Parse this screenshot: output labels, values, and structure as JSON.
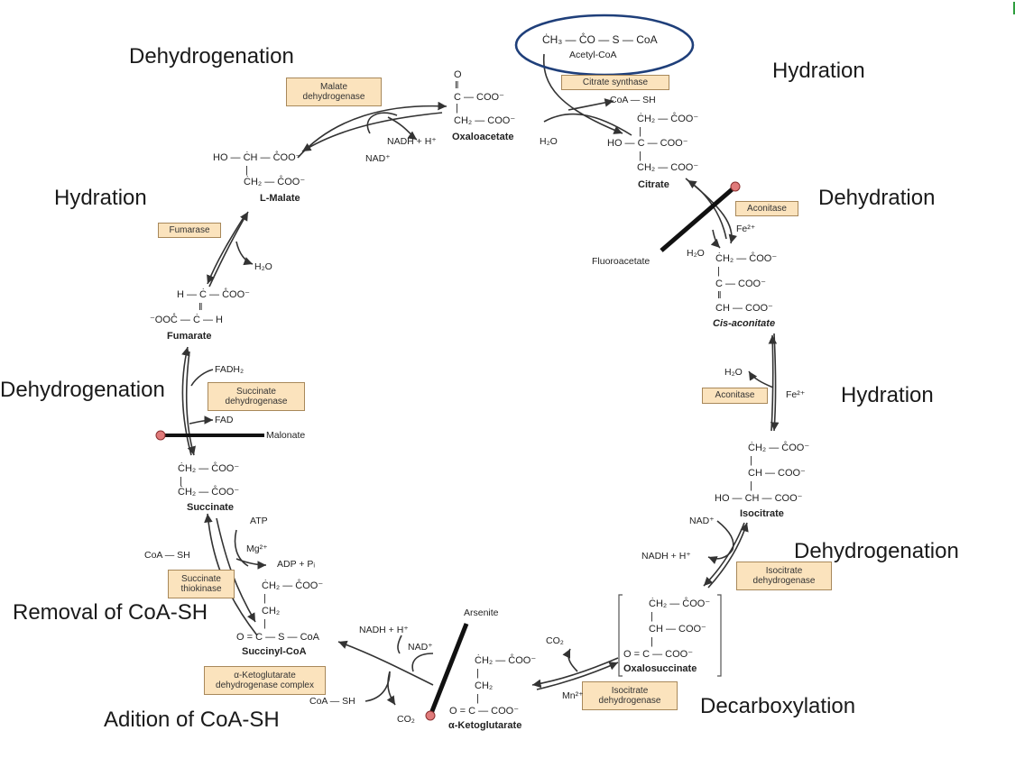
{
  "process_labels": {
    "top_left": "Dehydrogenation",
    "top_right": "Hydration",
    "left_upper": "Hydration",
    "right_upper": "Dehydration",
    "left_mid": "Dehydrogenation",
    "right_mid": "Hydration",
    "right_lower": "Dehydrogenation",
    "left_lower": "Removal of CoA-SH",
    "bottom_right": "Decarboxylation",
    "bottom_left": "Adition of CoA-SH"
  },
  "enzymes": {
    "malate_dh": "Malate dehydrogenase",
    "citrate_synthase": "Citrate synthase",
    "aconitase_1": "Aconitase",
    "aconitase_2": "Aconitase",
    "fumarase": "Fumarase",
    "succinate_dh": "Succinate dehydrogenase",
    "isocitrate_dh_1": "Isocitrate dehydrogenase",
    "isocitrate_dh_2": "Isocitrate dehydrogenase",
    "succinate_thiokinase": "Succinate thiokinase",
    "akg_dh_complex": "α-Ketoglutarate dehydrogenase complex"
  },
  "metabolites": {
    "acetyl_coa_formula": "ĊH₃ — C̊O — S — CoA",
    "acetyl_coa": "Acetyl-CoA",
    "oxaloacetate": "Oxaloacetate",
    "citrate": "Citrate",
    "cis_aconitate": "Cis-aconitate",
    "isocitrate": "Isocitrate",
    "oxalosuccinate": "Oxalosuccinate",
    "alpha_ketoglutarate": "α-Ketoglutarate",
    "succinyl_coa": "Succinyl-CoA",
    "succinate": "Succinate",
    "fumarate": "Fumarate",
    "l_malate": "L-Malate"
  },
  "cofactors": {
    "nadh_h_top": "NADH + H⁺",
    "nad_top": "NAD⁺",
    "h2o_citrate": "H₂O",
    "coa_sh_top": "CoA — SH",
    "h2o_fumarase": "H₂O",
    "fe2_top": "Fe²⁺",
    "h2o_aconitase_1": "H₂O",
    "h2o_aconitase_2": "H₂O",
    "fe2_mid": "Fe²⁺",
    "fadh2": "FADH₂",
    "fad": "FAD",
    "nad_isocitrate": "NAD⁺",
    "nadh_isocitrate": "NADH + H⁺",
    "mn2": "Mn²⁺",
    "co2_oxalo": "CO₂",
    "atp": "ATP",
    "mg2": "Mg²⁺",
    "adp_pi": "ADP + Pᵢ",
    "coa_sh_thiokinase": "CoA — SH",
    "nadh_akg": "NADH + H⁺",
    "nad_akg": "NAD⁺",
    "coa_sh_akg": "CoA — SH",
    "co2_akg": "CO₂"
  },
  "inhibitors": {
    "fluoroacetate": "Fluoroacetate",
    "malonate": "Malonate",
    "arsenite": "Arsenite"
  },
  "structures": {
    "oaa_1": "O",
    "oaa_2": "‖",
    "oaa_3": "C — COO⁻",
    "oaa_4": "|",
    "oaa_5": "CH₂ — COO⁻",
    "cit_1": "ĊH₂ — C̊OO⁻",
    "cit_2": "|",
    "cit_3": "HO — C — COO⁻",
    "cit_4": "|",
    "cit_5": "CH₂ — COO⁻",
    "cis_1": "ĊH₂ — C̊OO⁻",
    "cis_2": "|",
    "cis_3": "C — COO⁻",
    "cis_4": "‖",
    "cis_5": "CH — COO⁻",
    "iso_1": "ĊH₂ — C̊OO⁻",
    "iso_2": "|",
    "iso_3": "CH — COO⁻",
    "iso_4": "|",
    "iso_5": "HO — CH — COO⁻",
    "oxs_1": "ĊH₂ — C̊OO⁻",
    "oxs_2": "|",
    "oxs_3": "CH — COO⁻",
    "oxs_4": "|",
    "oxs_5": "O = C — COO⁻",
    "akg_1": "ĊH₂ — C̊OO⁻",
    "akg_2": "|",
    "akg_3": "CH₂",
    "akg_4": "|",
    "akg_5": "O = C — COO⁻",
    "scoa_1": "ĊH₂ — C̊OO⁻",
    "scoa_2": "|",
    "scoa_3": "CH₂",
    "scoa_4": "|",
    "scoa_5": "O = C — S — CoA",
    "succ_1": "ĊH₂ — C̊OO⁻",
    "succ_2": "|",
    "succ_3": "ĊH₂ — C̊OO⁻",
    "fum_1": "H — Ċ — C̊OO⁻",
    "fum_2": "‖",
    "fum_3": "⁻OOC̊ — Ċ — H",
    "mal_1": "HO — ĊH — C̊OO⁻",
    "mal_2": "|",
    "mal_3": "ĊH₂ — C̊OO⁻"
  },
  "colors": {
    "enzyme_fill": "#fbe3bd",
    "enzyme_border": "#a8885a",
    "highlight_ellipse": "#1f3f7a",
    "inhibitor_bar": "#111111",
    "inhibitor_dot": "#e07a7a",
    "corner_mark": "#2e9e3e"
  }
}
